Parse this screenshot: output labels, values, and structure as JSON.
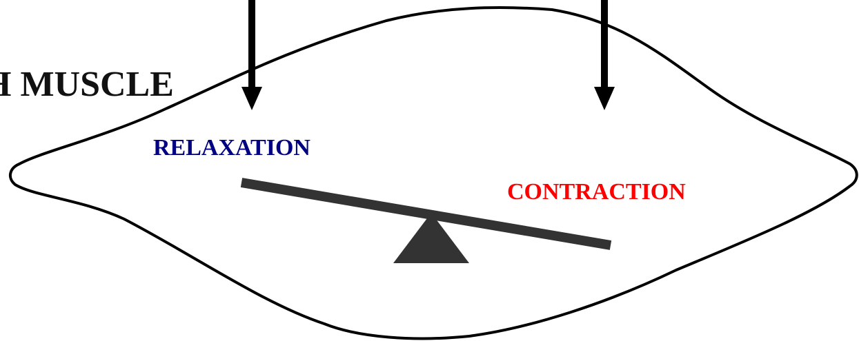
{
  "diagram": {
    "title": "H MUSCLE",
    "left_label": "RELAXATION",
    "right_label": "CONTRACTION"
  },
  "colors": {
    "left_label": "#000080",
    "right_label": "#ff0000",
    "balance": "#333333",
    "outline": "#000000",
    "arrows": "#000000"
  }
}
